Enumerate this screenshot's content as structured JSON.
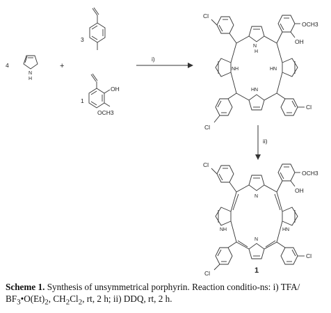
{
  "reactants": {
    "pyrrole_coef": "4",
    "pyrrole_nh": "N",
    "pyrrole_h": "H",
    "plus": "+",
    "aldehyde1_coef": "3",
    "aldehyde2_coef": "1",
    "oh": "OH",
    "och3": "OCH3"
  },
  "arrows": {
    "step1_label": "i)",
    "step2_label": "ii)"
  },
  "porphyrinogen": {
    "cl": "Cl",
    "nh": "NH",
    "hn": "HN",
    "n": "N",
    "h": "H",
    "oh": "OH",
    "och3": "OCH3"
  },
  "porphyrin": {
    "cl": "Cl",
    "nh": "NH",
    "hn": "HN",
    "n": "N",
    "oh": "OH",
    "och3": "OCH3",
    "compound_number": "1"
  },
  "caption": {
    "bold": "Scheme 1.",
    "text1": " Synthesis of unsymmetrical porphyrin. Reaction conditio-ns: i) TFA/ BF",
    "sub1": "3",
    "text2": "•O(Et)",
    "sub2": "2",
    "text3": ", CH",
    "sub3": "2",
    "text4": "Cl",
    "sub4": "2",
    "text5": ", rt, 2 h; ii) DDQ, rt, 2 h."
  }
}
